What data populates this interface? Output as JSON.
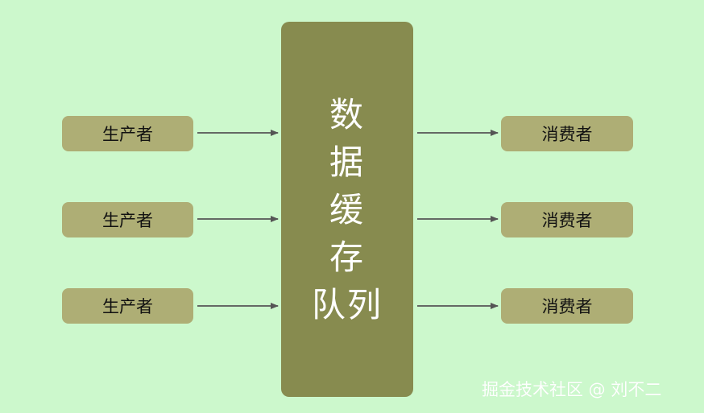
{
  "producers": [
    {
      "label": "生产者"
    },
    {
      "label": "生产者"
    },
    {
      "label": "生产者"
    }
  ],
  "queue": {
    "lines": [
      "数",
      "据",
      "缓",
      "存",
      "队列"
    ]
  },
  "consumers": [
    {
      "label": "消费者"
    },
    {
      "label": "消费者"
    },
    {
      "label": "消费者"
    }
  ],
  "watermark": "掘金技术社区 @ 刘不二",
  "colors": {
    "background": "#ccf8cc",
    "node_fill": "#aeae75",
    "queue_fill": "#878b4f",
    "arrow": "#555555"
  }
}
